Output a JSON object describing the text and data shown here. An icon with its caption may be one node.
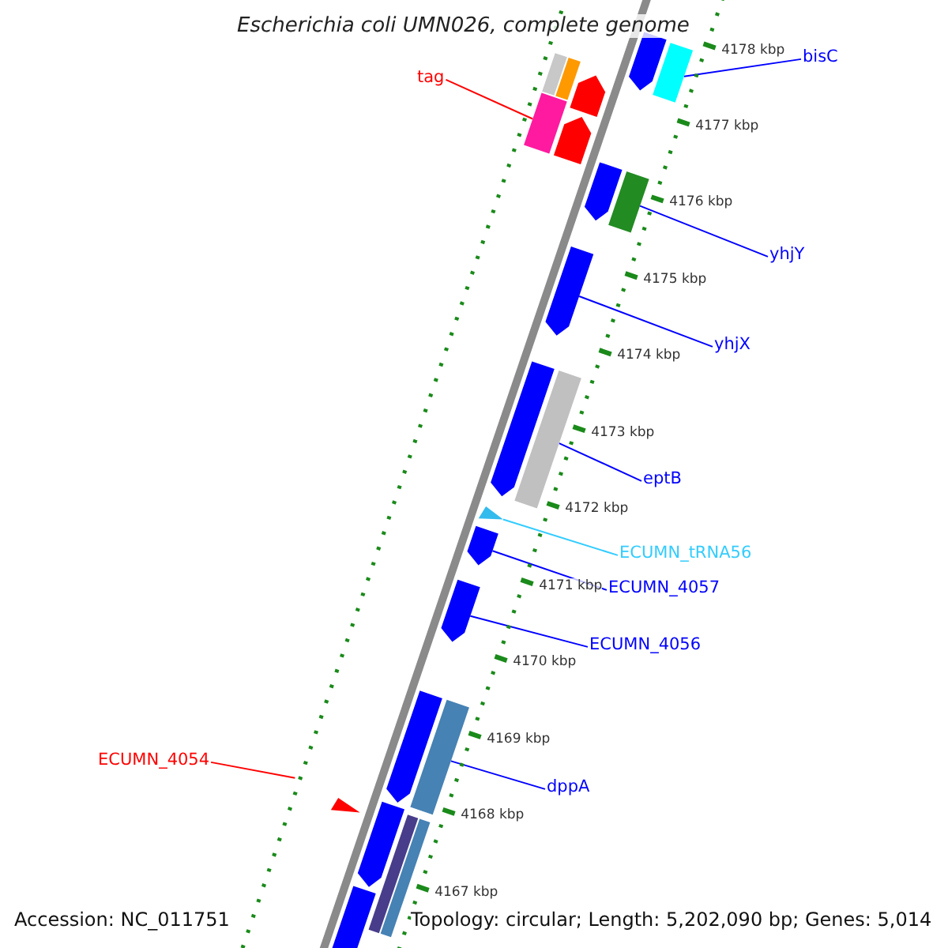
{
  "diagram": {
    "title": "Escherichia coli UMN026, complete genome",
    "nodes": [
      {
        "text": [
          "bisC"
        ]
      },
      {
        "text": [],
        "shape": "pentagon"
      },
      {
        "text": [],
        "shape": "bar"
      },
      {
        "text": [
          "tag"
        ]
      },
      {
        "text": [],
        "shape": "bar"
      },
      {
        "text": [],
        "shape": "bar"
      },
      {
        "text": [],
        "shape": "pentagon"
      },
      {
        "text": [],
        "shape": "bar"
      },
      {
        "text": [],
        "shape": "pentagon"
      },
      {
        "text": [],
        "shape": "pentagon"
      },
      {
        "text": [],
        "shape": "bar"
      },
      {
        "text": [
          "yhjY"
        ]
      },
      {
        "text": [],
        "shape": "pentagon"
      },
      {
        "text": [
          "yhjX"
        ]
      },
      {
        "text": [],
        "shape": "pentagon"
      },
      {
        "text": [],
        "shape": "bar"
      },
      {
        "text": [
          "eptB"
        ]
      },
      {
        "text": [],
        "shape": "triangle"
      },
      {
        "text": [
          "ECUMN_tRNA56"
        ]
      },
      {
        "text": [],
        "shape": "pentagon"
      },
      {
        "text": [
          "ECUMN_4057"
        ]
      },
      {
        "text": [],
        "shape": "pentagon"
      },
      {
        "text": [
          "ECUMN_4056"
        ]
      },
      {
        "text": [],
        "shape": "pentagon"
      },
      {
        "text": [],
        "shape": "bar"
      },
      {
        "text": [
          "ECUMN_4054"
        ]
      },
      {
        "text": [
          "dppA"
        ]
      },
      {
        "text": [],
        "shape": "triangle"
      },
      {
        "text": [],
        "shape": "pentagon"
      },
      {
        "text": [],
        "shape": "bar"
      },
      {
        "text": [],
        "shape": "bar"
      },
      {
        "text": [],
        "shape": "pentagon"
      }
    ],
    "edges": [
      {
        "from": 0,
        "to": 2,
        "arrow": "none"
      },
      {
        "from": 3,
        "to": 7,
        "arrow": "none",
        "color": "#ff0000"
      },
      {
        "from": 11,
        "to": 10,
        "arrow": "none"
      },
      {
        "from": 13,
        "to": 12,
        "arrow": "none"
      },
      {
        "from": 16,
        "to": 15,
        "arrow": "none"
      },
      {
        "from": 18,
        "to": 17,
        "arrow": "none",
        "color": "#33ccff"
      },
      {
        "from": 20,
        "to": 19,
        "arrow": "none"
      },
      {
        "from": 22,
        "to": 21,
        "arrow": "none"
      },
      {
        "from": 25,
        "to": null,
        "arrow": "none",
        "color": "#ff0000"
      },
      {
        "from": 26,
        "to": 24,
        "arrow": "none"
      }
    ],
    "labels": [
      "4178 kbp",
      "4177 kbp",
      "4176 kbp",
      "4175 kbp",
      "4174 kbp",
      "4173 kbp",
      "4172 kbp",
      "4171 kbp",
      "4170 kbp",
      "4169 kbp",
      "4168 kbp",
      "4167 kbp",
      "Accession: NC_011751",
      "Topology: circular; Length: 5,202,090 bp; Genes: 5,014"
    ]
  }
}
